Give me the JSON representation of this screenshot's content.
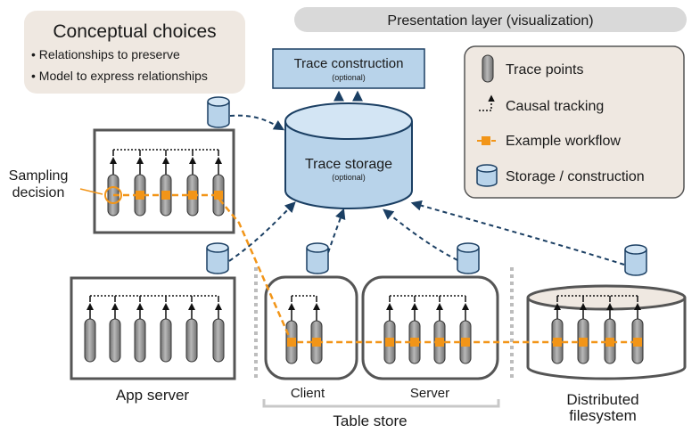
{
  "conceptual": {
    "title": "Conceptual choices",
    "items": [
      "• Relationships to preserve",
      "• Model to express relationships"
    ]
  },
  "presentation_label": "Presentation layer (visualization)",
  "trace_construction": {
    "title": "Trace construction",
    "note": "(optional)"
  },
  "trace_storage": {
    "title": "Trace storage",
    "note": "(optional)"
  },
  "legend": {
    "trace_points": "Trace points",
    "causal_tracking": "Causal tracking",
    "example_workflow": "Example workflow",
    "storage": "Storage / construction"
  },
  "sampling": {
    "line1": "Sampling",
    "line2": "decision"
  },
  "labels": {
    "app_server": "App server",
    "client": "Client",
    "server": "Server",
    "table_store": "Table store",
    "dfs_line1": "Distributed",
    "dfs_line2": "filesystem"
  },
  "colors": {
    "panel_bg": "#efe8e1",
    "blue_fill": "#b8d3ea",
    "blue_stroke": "#1b3f63",
    "workflow": "#f29518",
    "arrow_blue": "#1b3f63",
    "trace_point": "#9a9a9a"
  }
}
